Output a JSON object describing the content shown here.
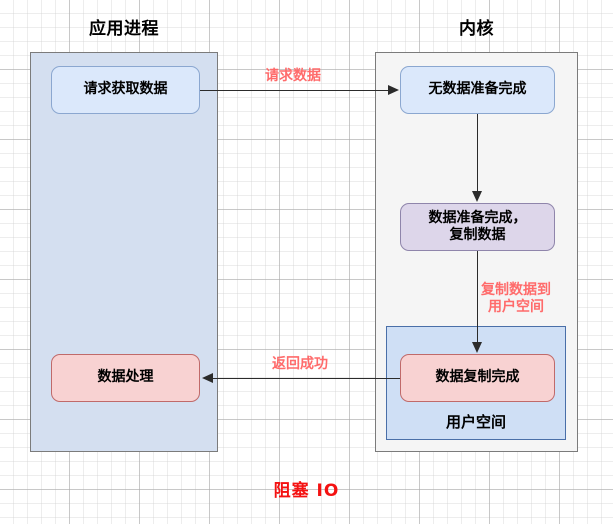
{
  "diagram": {
    "caption": "阻塞 IO",
    "caption_color": "#f41212",
    "background": "#ffffff",
    "grid": "graph-paper"
  },
  "lanes": [
    {
      "key": "app",
      "title": "应用进程",
      "fill": "#d4dff0",
      "border": "#7b7b7b"
    },
    {
      "key": "kernel",
      "title": "内核",
      "fill": "#f5f5f5",
      "border": "#7b7b7b"
    }
  ],
  "userspace": {
    "label": "用户空间",
    "fill": "#cfdff5",
    "border": "#4a6fa8"
  },
  "nodes": {
    "request": {
      "label": "请求获取数据",
      "color": "#dbe8fb",
      "lane": "app"
    },
    "process": {
      "label": "数据处理",
      "color": "#f8d2d2",
      "lane": "app"
    },
    "nodata": {
      "label": "无数据准备完成",
      "color": "#dbe8fb",
      "lane": "kernel"
    },
    "ready": {
      "label": "数据准备完成，\n复制数据",
      "color": "#ddd6ea",
      "lane": "kernel"
    },
    "copied": {
      "label": "数据复制完成",
      "color": "#f8d2d2",
      "lane": "kernel"
    }
  },
  "edges": {
    "request_label": "请求数据",
    "return_label": "返回成功",
    "copy_label": "复制数据到\n用户空间",
    "label_color": "#ff6b6b",
    "line_color": "#2b2b2b"
  }
}
